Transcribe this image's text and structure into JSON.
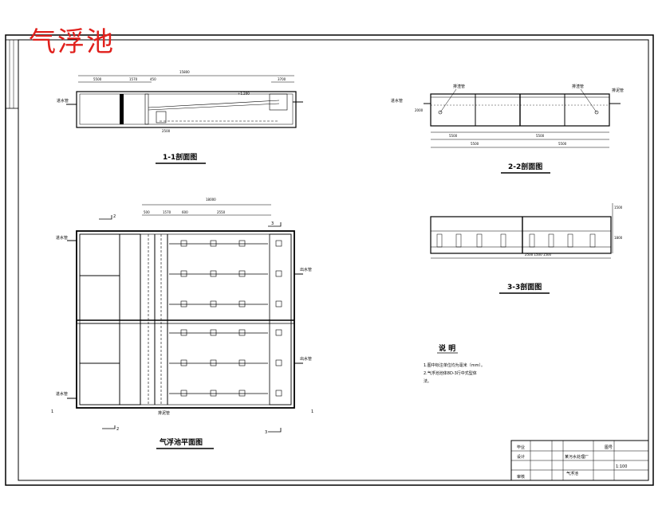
{
  "title": "气浮池",
  "sections": {
    "s11": {
      "label": "1-1剖面图"
    },
    "s22": {
      "label": "2-2剖面图"
    },
    "s33": {
      "label": "3-3剖面图"
    },
    "plan": {
      "label": "气浮池平面图"
    }
  },
  "cut_marks": [
    "1",
    "2",
    "3"
  ],
  "pipes": {
    "inlet": "进水管",
    "outlet": "出水管",
    "drain": "排渣管",
    "sludge": "排泥管"
  },
  "notes": {
    "heading": "说 明",
    "line1": "1.图中标注单位均为毫米（mm）。",
    "line2": "2.气浮池池体8D-3行中式型体",
    "line3": "法。"
  },
  "titleblock": {
    "r1": "毕业",
    "r2": "设计",
    "r3": "审核",
    "project": "某污水处理厂",
    "drawing": "气浮池",
    "scale": "1:100",
    "sheet": "图号"
  },
  "dims": {
    "s11_total": "15800",
    "s11_a": "5500",
    "s11_b": "1570",
    "s11_c": "450",
    "s11_d": "3700",
    "plan_total": "18000",
    "plan_a": "500",
    "plan_b": "1570",
    "plan_c": "600",
    "plan_d": "2550",
    "s22_a": "5500",
    "s22_b": "5500",
    "s33_h1": "1500",
    "s33_h2": "1800"
  }
}
